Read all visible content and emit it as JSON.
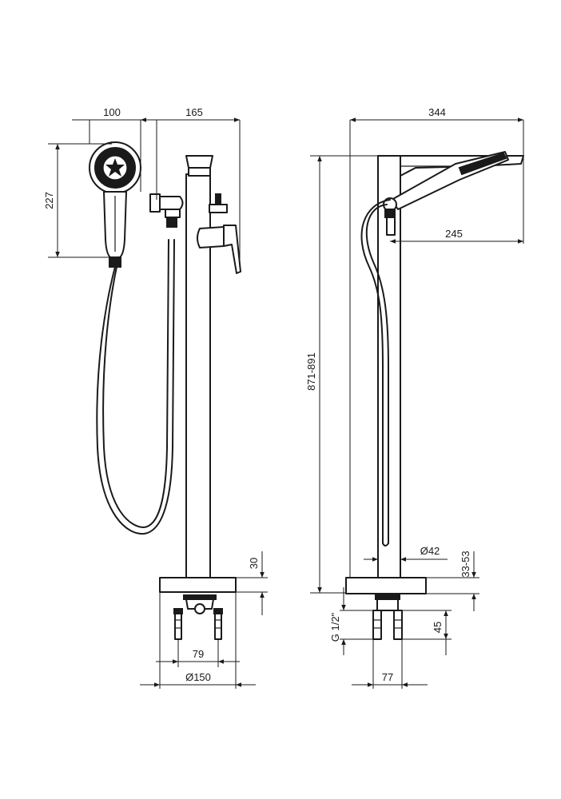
{
  "dimensions": {
    "handshower_width": "100",
    "spout_offset_front": "165",
    "handshower_height": "227",
    "overall_depth": "344",
    "spout_projection": "245",
    "total_height": "871-891",
    "base_plate_height": "30",
    "column_diameter": "Ø42",
    "floor_adjust": "33-53",
    "connection_thread": "G 1/2\"",
    "connection_height": "45",
    "connection_spacing": "79",
    "base_diameter": "Ø150",
    "connection_width_side": "77"
  }
}
